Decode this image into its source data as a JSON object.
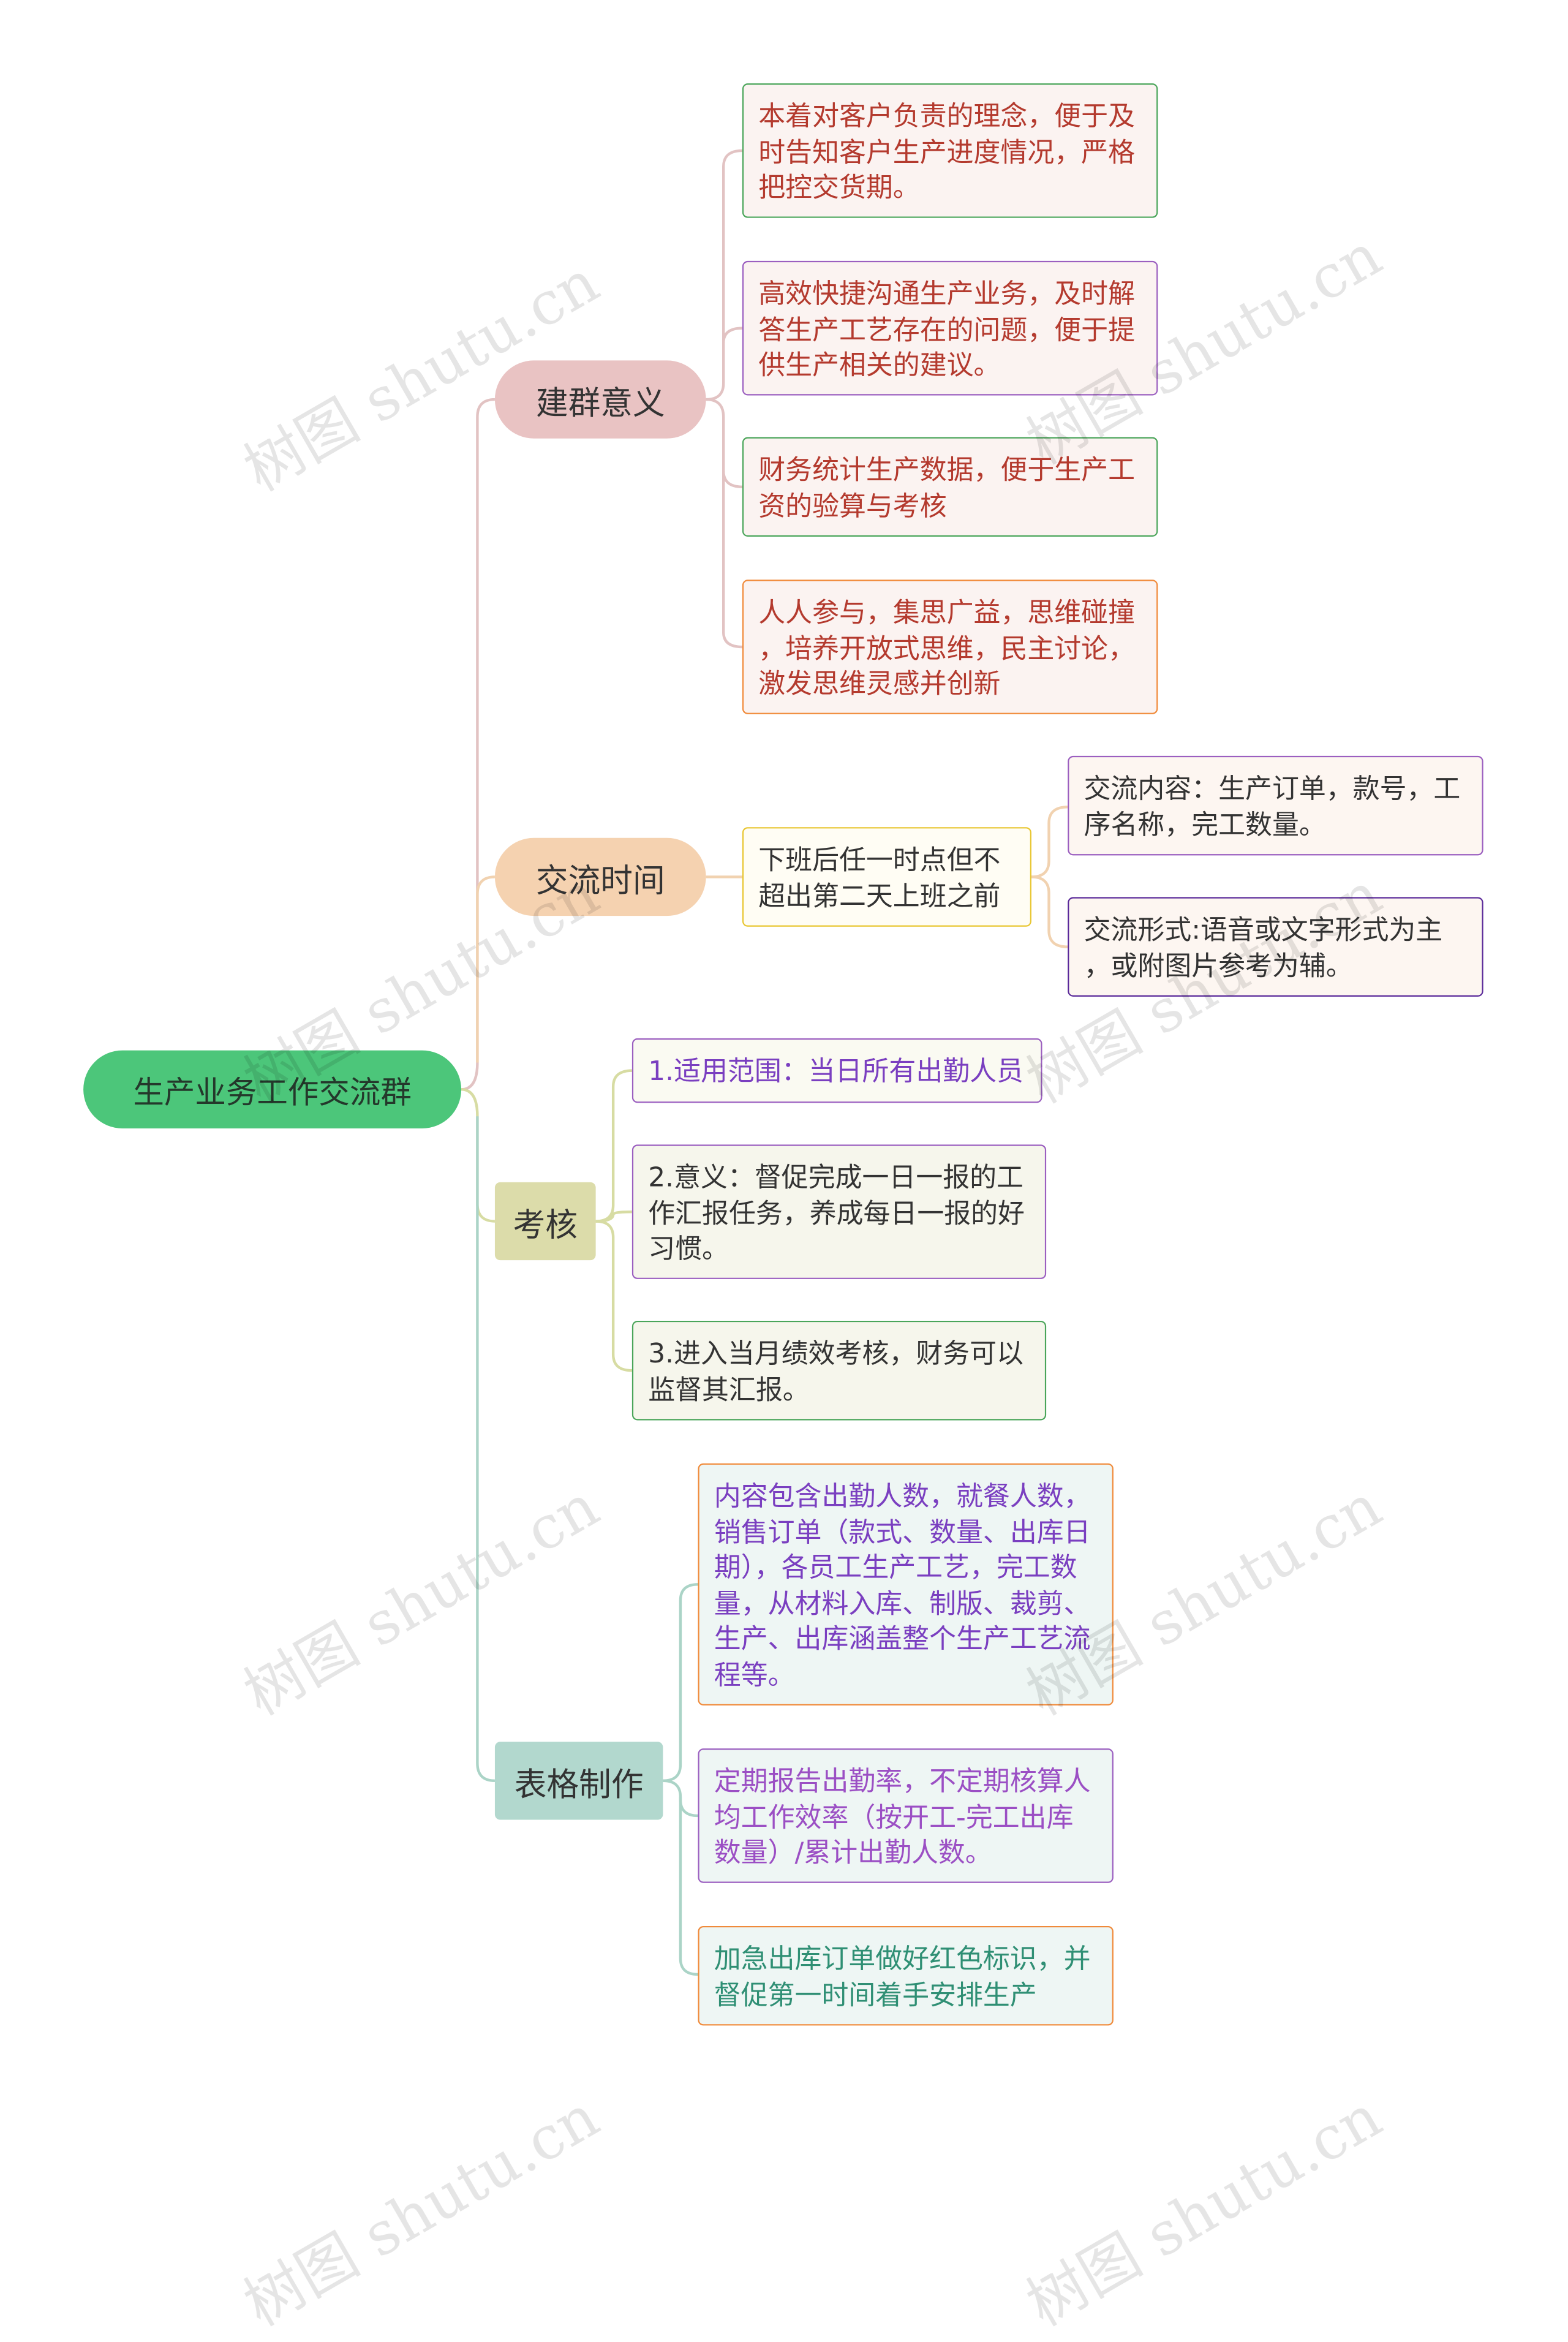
{
  "root": "生产业务工作交流群",
  "branches": {
    "b1": {
      "label": "建群意义",
      "items": [
        "本着对客户负责的理念，便于及\n时告知客户生产进度情况，严格\n把控交货期。",
        "高效快捷沟通生产业务，及时解\n答生产工艺存在的问题，便于提\n供生产相关的建议。",
        "财务统计生产数据，便于生产工\n资的验算与考核",
        "人人参与，集思广益，思维碰撞\n，培养开放式思维，民主讨论，\n激发思维灵感并创新"
      ]
    },
    "b2": {
      "label": "交流时间",
      "item": "下班后任一时点但不\n超出第二天上班之前",
      "subitems": [
        "交流内容：生产订单，款号，工\n序名称，完工数量。",
        "交流形式:语音或文字形式为主\n，或附图片参考为辅。"
      ]
    },
    "b3": {
      "label": "考核",
      "items": [
        "1.适用范围：当日所有出勤人员",
        "2.意义：督促完成一日一报的工\n作汇报任务，养成每日一报的好\n习惯。",
        "3.进入当月绩效考核，财务可以\n监督其汇报。"
      ]
    },
    "b4": {
      "label": "表格制作",
      "items": [
        "内容包含出勤人数，就餐人数，\n销售订单（款式、数量、出库日\n期），各员工生产工艺，完工数\n量，从材料入库、制版、裁剪、\n生产、出库涵盖整个生产工艺流\n程等。",
        "定期报告出勤率，不定期核算人\n均工作效率（按开工-完工出库\n数量）/累计出勤人数。",
        "加急出库订单做好红色标识，并\n督促第一时间着手安排生产"
      ]
    }
  },
  "watermark": "树图 shutu.cn",
  "colors": {
    "root": "#4cc67a",
    "b1": "#e9c3c3",
    "b2": "#f5d2b0",
    "b3": "#dcdcaa",
    "b4": "#b2d8ce"
  }
}
